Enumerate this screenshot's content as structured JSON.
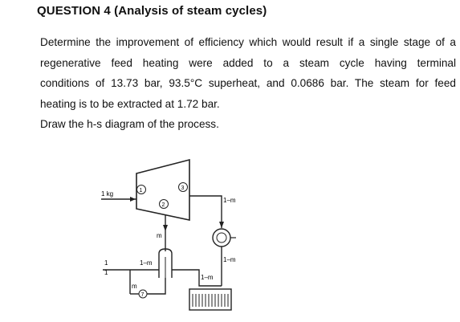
{
  "question": {
    "title": "QUESTION 4 (Analysis of steam cycles)",
    "lines": [
      "Determine the improvement of efficiency which would result if a single stage of a",
      "regenerative feed heating were added to a steam cycle having terminal",
      "conditions of 13.73 bar, 93.5°C superheat, and 0.0686 bar. The steam for feed",
      "heating is to be extracted at 1.72 bar.",
      "Draw the h-s diagram of the process."
    ]
  },
  "diagram": {
    "labels": {
      "inlet_mass": "1 kg",
      "state_1": "1",
      "state_2": "2",
      "state_3": "3",
      "state_7": "7",
      "bleed_mass": "m",
      "turbine_exit": "1–m",
      "condenser_out": "1–m",
      "pump_line": "1–m",
      "condensate": "1–m",
      "drain_mass": "m",
      "pump_top_mark": "1",
      "heater_out_mark": "1"
    }
  }
}
